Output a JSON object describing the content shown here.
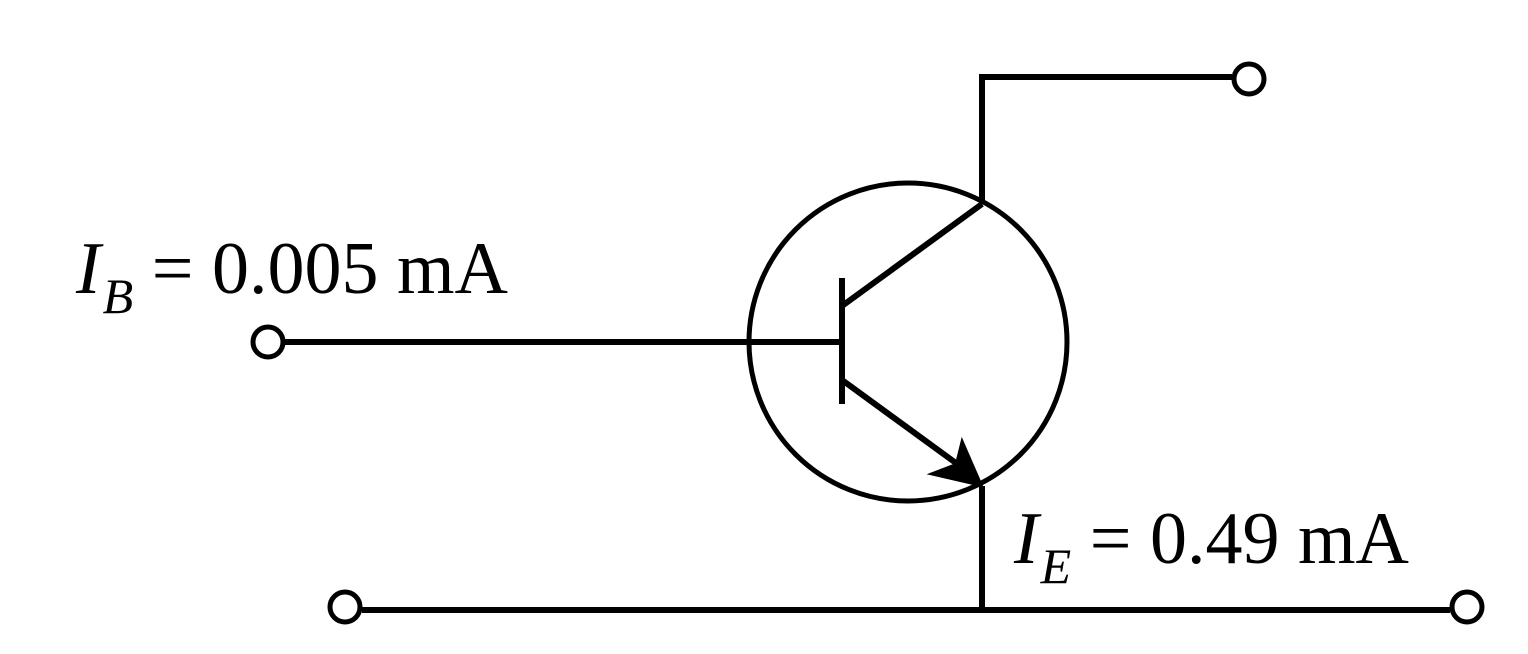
{
  "labels": {
    "base_current": {
      "symbol": "I",
      "subscript": "B",
      "equals": " = ",
      "value": "0.005 mA"
    },
    "emitter_current": {
      "symbol": "I",
      "subscript": "E",
      "equals": " = ",
      "value": "0.49 mA"
    }
  },
  "colors": {
    "stroke": "#000000",
    "background": "#ffffff"
  }
}
